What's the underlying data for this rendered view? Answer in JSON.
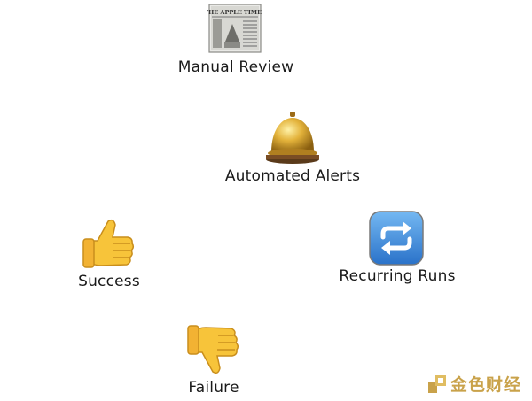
{
  "nodes": [
    {
      "id": "manual-review",
      "label": "Manual Review",
      "icon": "newspaper-icon"
    },
    {
      "id": "automated-alerts",
      "label": "Automated Alerts",
      "icon": "bell-icon"
    },
    {
      "id": "recurring-runs",
      "label": "Recurring Runs",
      "icon": "repeat-icon"
    },
    {
      "id": "success",
      "label": "Success",
      "icon": "thumbs-up-icon"
    },
    {
      "id": "failure",
      "label": "Failure",
      "icon": "thumbs-down-icon"
    }
  ],
  "newspaper_masthead": "THE APPLE TIMES",
  "watermark": {
    "text": "金色财经"
  },
  "colors": {
    "bell_gold": "#d9a72a",
    "repeat_blue": "#3d8fe0",
    "thumb_yellow": "#f7c43a"
  }
}
